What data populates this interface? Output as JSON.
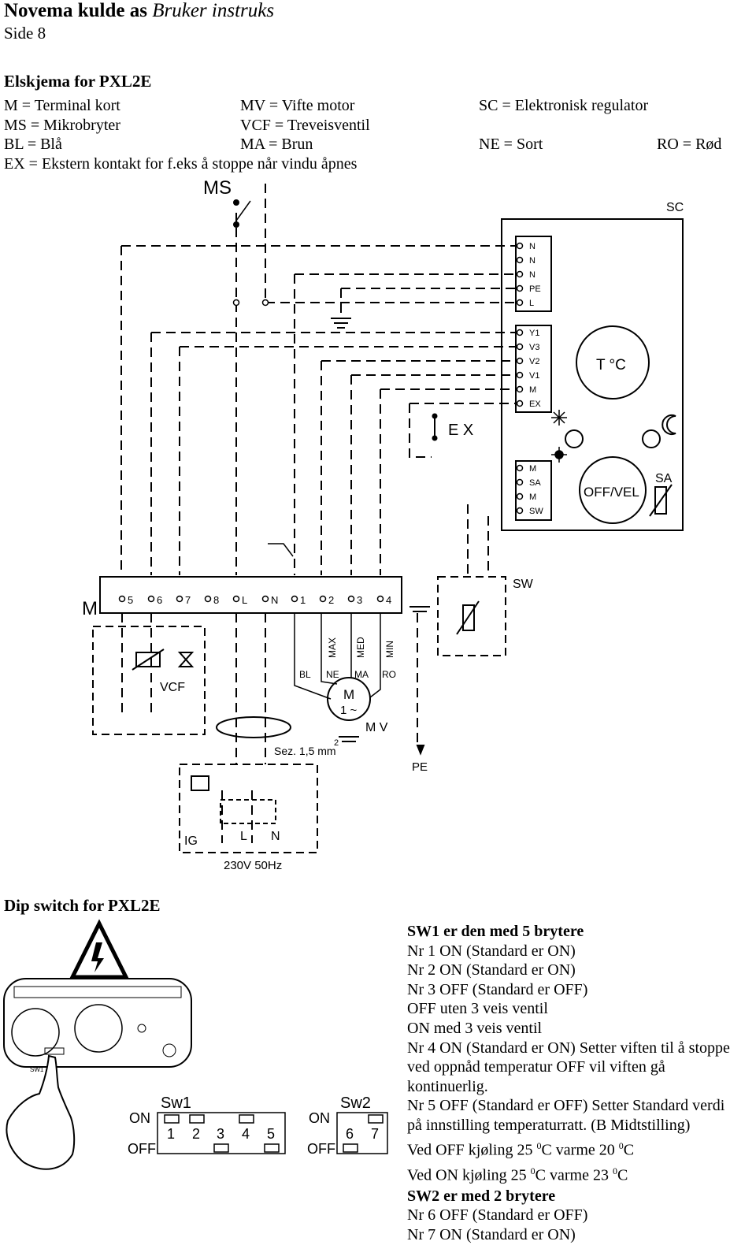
{
  "header": {
    "company": "Novema kulde as",
    "doc_type": "Bruker instruks",
    "page": "Side 8"
  },
  "wiring": {
    "heading": "Elskjema for PXL2E",
    "legend": {
      "m": "M = Terminal kort",
      "mv": "MV = Vifte motor",
      "sc": "SC = Elektronisk regulator",
      "ms": "MS = Mikrobryter",
      "vcf": "VCF = Treveisventil",
      "bl": "BL = Blå",
      "ma": "MA = Brun",
      "ne": "NE = Sort",
      "ro": "RO = Rød",
      "ex": "EX = Ekstern kontakt for f.eks å stoppe når vindu åpnes"
    },
    "diagram_labels": {
      "ms": "MS",
      "sc": "SC",
      "sc_terminals_top": [
        "N",
        "N",
        "N",
        "PE",
        "L"
      ],
      "sc_terminals_mid": [
        "Y1",
        "V3",
        "V2",
        "V1",
        "M",
        "EX"
      ],
      "sc_terminals_bot": [
        "M",
        "SA",
        "M",
        "SW"
      ],
      "temp": "T °C",
      "off_vel": "OFF/VEL",
      "sa": "SA",
      "ex": "E X",
      "sw": "SW",
      "m": "M",
      "terminal_numbers": [
        "5",
        "6",
        "7",
        "8",
        "L",
        "N",
        "1",
        "2",
        "3",
        "4"
      ],
      "vcf": "VCF",
      "speed_labels": [
        "MAX",
        "MED",
        "MIN"
      ],
      "wire_colors": [
        "BL",
        "NE",
        "MA",
        "RO"
      ],
      "motor_m": "M",
      "motor_phase": "1 ~",
      "mv": "M V",
      "section": "Sez. 1,5 mm",
      "section_sup": "2",
      "pe": "PE",
      "ig": "IG",
      "l": "L",
      "n": "N",
      "supply": "230V 50Hz"
    }
  },
  "dip": {
    "heading": "Dip switch for PXL2E",
    "sw1_label": "Sw1",
    "sw2_label": "Sw2",
    "on": "ON",
    "off": "OFF",
    "sw1_numbers": [
      "1",
      "2",
      "3",
      "4",
      "5"
    ],
    "sw2_numbers": [
      "6",
      "7"
    ],
    "small_label": "SW1",
    "instructions": [
      {
        "text": "SW1 er den med 5 brytere",
        "bold": true
      },
      {
        "text": "Nr 1 ON (Standard er ON)"
      },
      {
        "text": "Nr 2 ON (Standard er ON)"
      },
      {
        "text": "Nr 3 OFF (Standard er OFF)"
      },
      {
        "text": "OFF uten 3 veis ventil"
      },
      {
        "text": "ON med 3 veis ventil"
      },
      {
        "text": "Nr 4 ON (Standard er ON) Setter viften til å stoppe"
      },
      {
        "text": "ved oppnåd temperatur OFF vil viften gå"
      },
      {
        "text": "kontinuerlig."
      },
      {
        "text": "Nr 5 OFF (Standard er OFF)  Setter Standard verdi"
      },
      {
        "text": "på innstilling temperaturratt. (B Midtstilling)"
      }
    ],
    "ved_off": {
      "prefix": "Ved OFF kjøling 25 ",
      "sup1": "0",
      "mid": "C varme 20 ",
      "sup2": "0",
      "suffix": "C"
    },
    "ved_on": {
      "prefix": "Ved ON kjøling 25 ",
      "sup1": "0",
      "mid": "C varme 23 ",
      "sup2": "0",
      "suffix": "C"
    },
    "instructions_tail": [
      {
        "text": "SW2 er med 2 brytere",
        "bold": true
      },
      {
        "text": "Nr 6 OFF (Standard er OFF)"
      },
      {
        "text": "Nr 7 ON (Standard er ON)"
      }
    ]
  }
}
